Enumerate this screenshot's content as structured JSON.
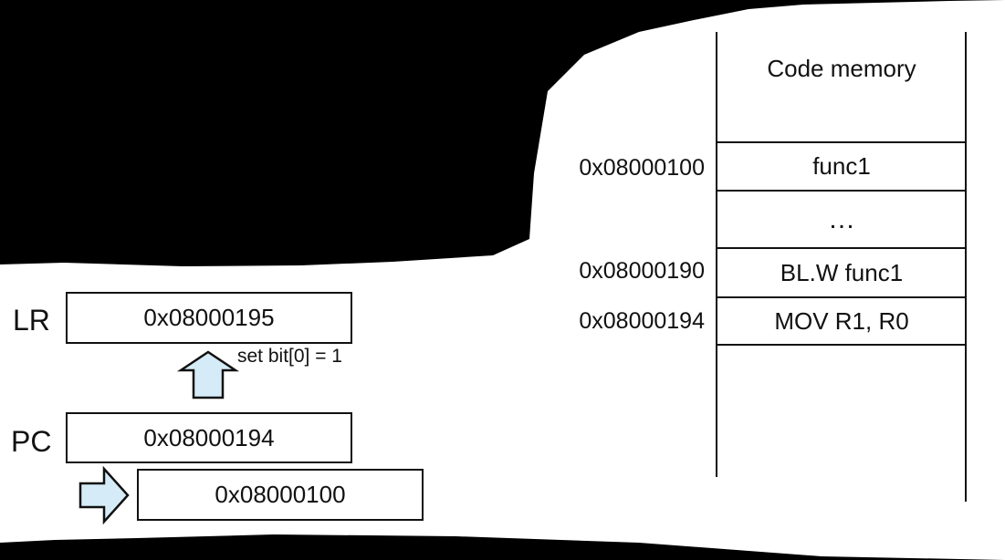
{
  "registers": {
    "lr": {
      "label": "LR",
      "value": "0x08000195"
    },
    "pc": {
      "label": "PC",
      "value": "0x08000194"
    },
    "pc_next": {
      "value": "0x08000100"
    },
    "set_bit_note": "set bit[0] = 1"
  },
  "memory": {
    "title": "Code memory",
    "rows": [
      {
        "address": "0x08000100",
        "content": "func1"
      },
      {
        "address": "",
        "content": "…"
      },
      {
        "address": "0x08000190",
        "content": "BL.W func1"
      },
      {
        "address": "0x08000194",
        "content": "MOV R1, R0"
      }
    ]
  },
  "colors": {
    "background": "#000000",
    "panel": "#ffffff",
    "arrow_fill": "#d5ecf8",
    "stroke": "#111111"
  }
}
